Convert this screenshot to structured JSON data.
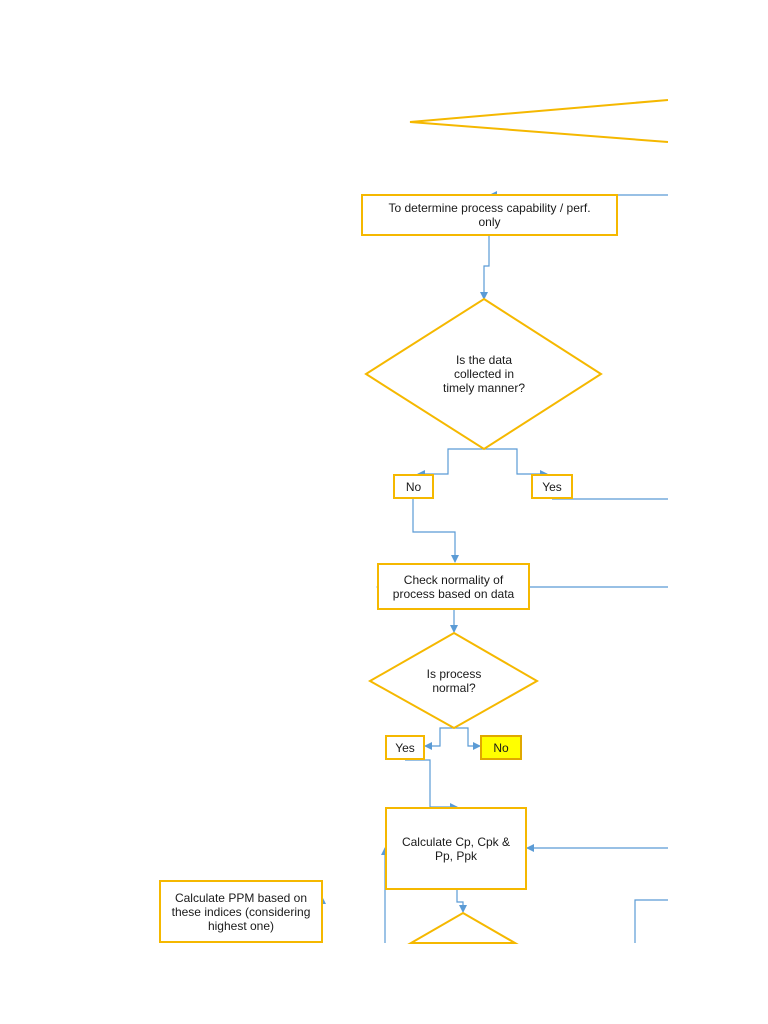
{
  "flowchart": {
    "colors": {
      "shape_stroke": "#f5b800",
      "arrow": "#5b9bd5",
      "highlight_fill": "#ffff00"
    },
    "nodes": {
      "determine_process": "To determine process capability / perf.\nonly",
      "data_timely": "Is the data\ncollected in\ntimely manner?",
      "no_1": "No",
      "yes_1": "Yes",
      "check_normality": "Check normality of\nprocess based on data",
      "is_normal": "Is process\nnormal?",
      "yes_2": "Yes",
      "no_2": "No",
      "calculate_indices": "Calculate Cp, Cpk &\nPp, Ppk",
      "calculate_ppm": "Calculate PPM based on\nthese indices (considering\nhighest one)"
    }
  }
}
